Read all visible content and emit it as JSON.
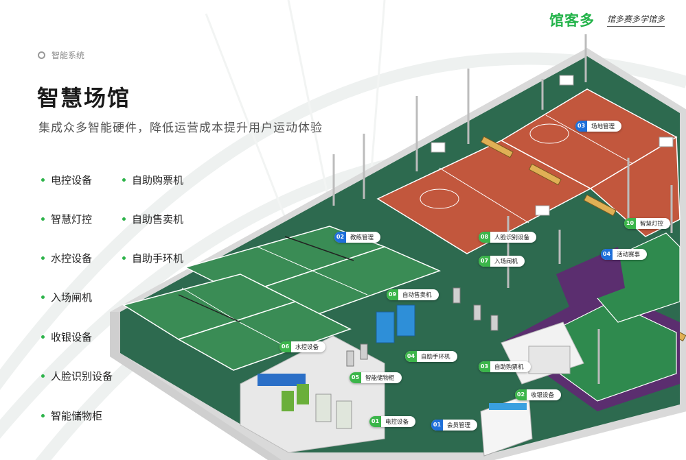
{
  "brand": {
    "logo": "馆客多",
    "slogan": "馆多赛多学馆多"
  },
  "breadcrumb": "智能系统",
  "title": "智慧场馆",
  "subtitle": "集成众多智能硬件，降低运营成本提升用户运动体验",
  "features_left": [
    "电控设备",
    "智慧灯控",
    "水控设备",
    "入场闸机",
    "收银设备",
    "人脸识别设备",
    "智能储物柜"
  ],
  "features_right": [
    "自助购票机",
    "自助售卖机",
    "自助手环机"
  ],
  "tags": [
    {
      "num": "03",
      "label": "场地管理",
      "color": "blue"
    },
    {
      "num": "02",
      "label": "教练管理",
      "color": "blue"
    },
    {
      "num": "08",
      "label": "人脸识别设备",
      "color": "green"
    },
    {
      "num": "07",
      "label": "入场闸机",
      "color": "green"
    },
    {
      "num": "10",
      "label": "智慧灯控",
      "color": "green"
    },
    {
      "num": "04",
      "label": "活动赛事",
      "color": "blue"
    },
    {
      "num": "09",
      "label": "自动售卖机",
      "color": "green"
    },
    {
      "num": "06",
      "label": "水控设备",
      "color": "green"
    },
    {
      "num": "04",
      "label": "自助手环机",
      "color": "green"
    },
    {
      "num": "05",
      "label": "智能储物柜",
      "color": "green"
    },
    {
      "num": "03",
      "label": "自助购票机",
      "color": "green"
    },
    {
      "num": "02",
      "label": "收银设备",
      "color": "green"
    },
    {
      "num": "01",
      "label": "电控设备",
      "color": "green"
    },
    {
      "num": "01",
      "label": "会员管理",
      "color": "blue"
    }
  ],
  "colors": {
    "accent": "#3bb54a",
    "blue": "#1e6fd9",
    "court_green": "#2f7d4a",
    "court_red": "#c2573d",
    "floor": "#2d6a4f"
  }
}
